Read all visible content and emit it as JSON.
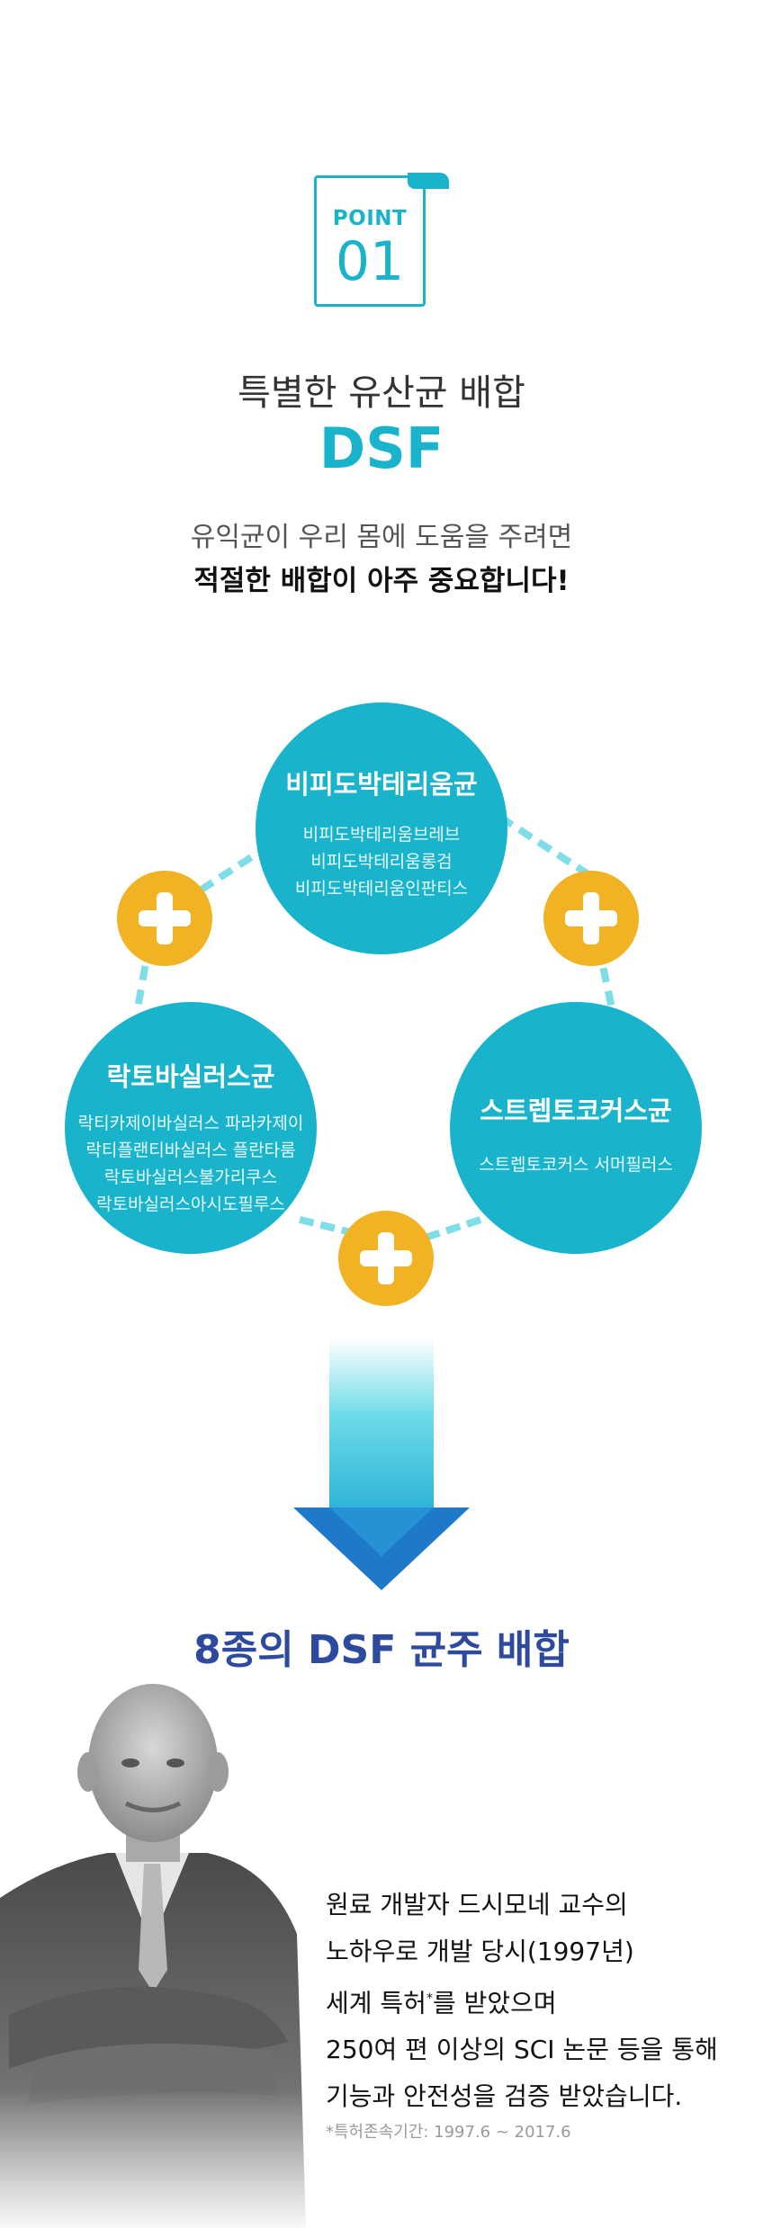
{
  "point": {
    "label": "POINT",
    "number": "01"
  },
  "headline": {
    "subtitle": "특별한 유산균 배합",
    "title": "DSF",
    "intro_line1": "유익균이 우리 몸에 도움을 주려면",
    "intro_line2": "적절한 배합이 아주 중요합니다!"
  },
  "groups": {
    "bifido": {
      "title": "비피도박테리움균",
      "items": [
        "비피도박테리움브레브",
        "비피도박테리움롱검",
        "비피도박테리움인판티스"
      ]
    },
    "lacto": {
      "title": "락토바실러스균",
      "items": [
        "락티카제이바실러스 파라카제이",
        "락티플랜티바실러스 플란타룸",
        "락토바실러스불가리쿠스",
        "락토바실러스아시도필루스"
      ]
    },
    "strepto": {
      "title": "스트렙토코커스균",
      "items": [
        "스트렙토코커스 서머필러스"
      ]
    }
  },
  "result": "8종의 DSF 균주 배합",
  "professor": {
    "line1": "원료 개발자 드시모네 교수의",
    "line2": "노하우로 개발 당시(1997년)",
    "line3_pre": "세계 특허",
    "line3_mark": "*",
    "line3_post": "를 받았으며",
    "line4": "250여 편 이상의 SCI 논문 등을 통해",
    "line5": "기능과 안전성을 검증 받았습니다.",
    "note": "*특허존속기간: 1997.6 ~ 2017.6"
  },
  "colors": {
    "accent": "#19b3cc",
    "plus": "#f1b323",
    "result": "#2d4a9e"
  }
}
